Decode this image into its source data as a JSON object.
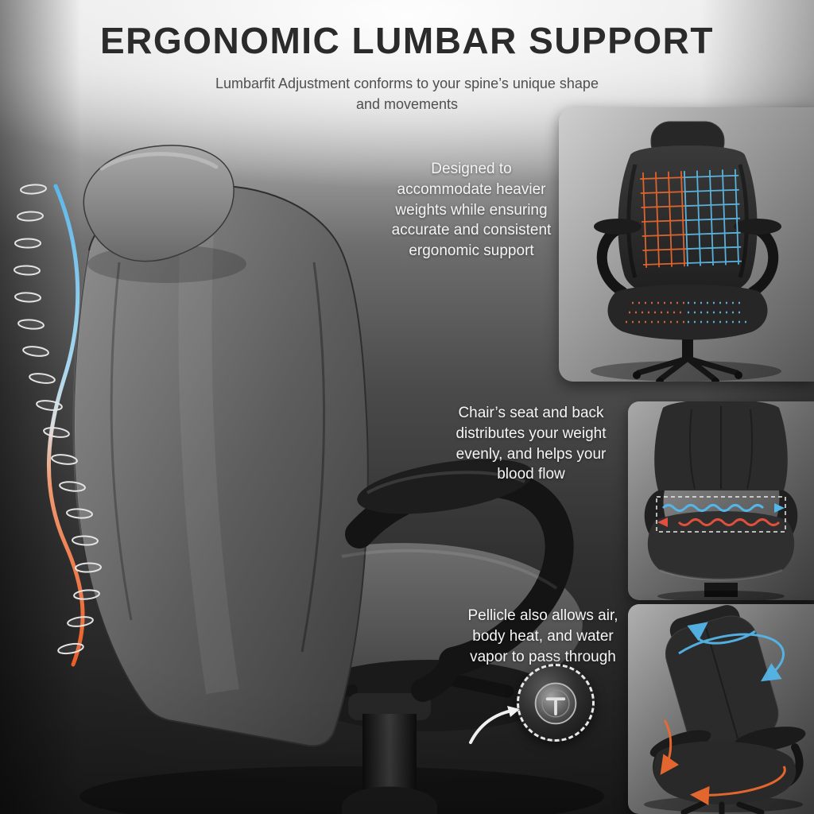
{
  "header": {
    "title": "ERGONOMIC LUMBAR SUPPORT",
    "subtitle": "Lumbarfit Adjustment conforms to your spine’s unique shape and movements"
  },
  "features": [
    {
      "text": "Designed to accommodate heavier weights while ensuring accurate and consistent ergonomic support"
    },
    {
      "text": "Chair’s seat and back distributes your weight evenly, and helps your blood flow"
    },
    {
      "text": "Pellicle also allows air, body heat, and water vapor to pass through"
    }
  ],
  "colors": {
    "accent_blue": "#54b6e8",
    "accent_orange": "#ee6a30",
    "accent_red": "#e0503c",
    "title_text": "#2b2b2b",
    "subtitle_text": "#4f4f4f",
    "feature_text": "#f5f5f5"
  },
  "icons": {
    "spine": "spine-diagram",
    "support_grid": "support-grid-overlay-icon",
    "weight_flow": "weight-flow-arrows-icon",
    "airflow": "airflow-arrows-icon",
    "callout_arrow": "callout-arrow-icon",
    "knob_detail": "adjustment-knob-detail"
  }
}
